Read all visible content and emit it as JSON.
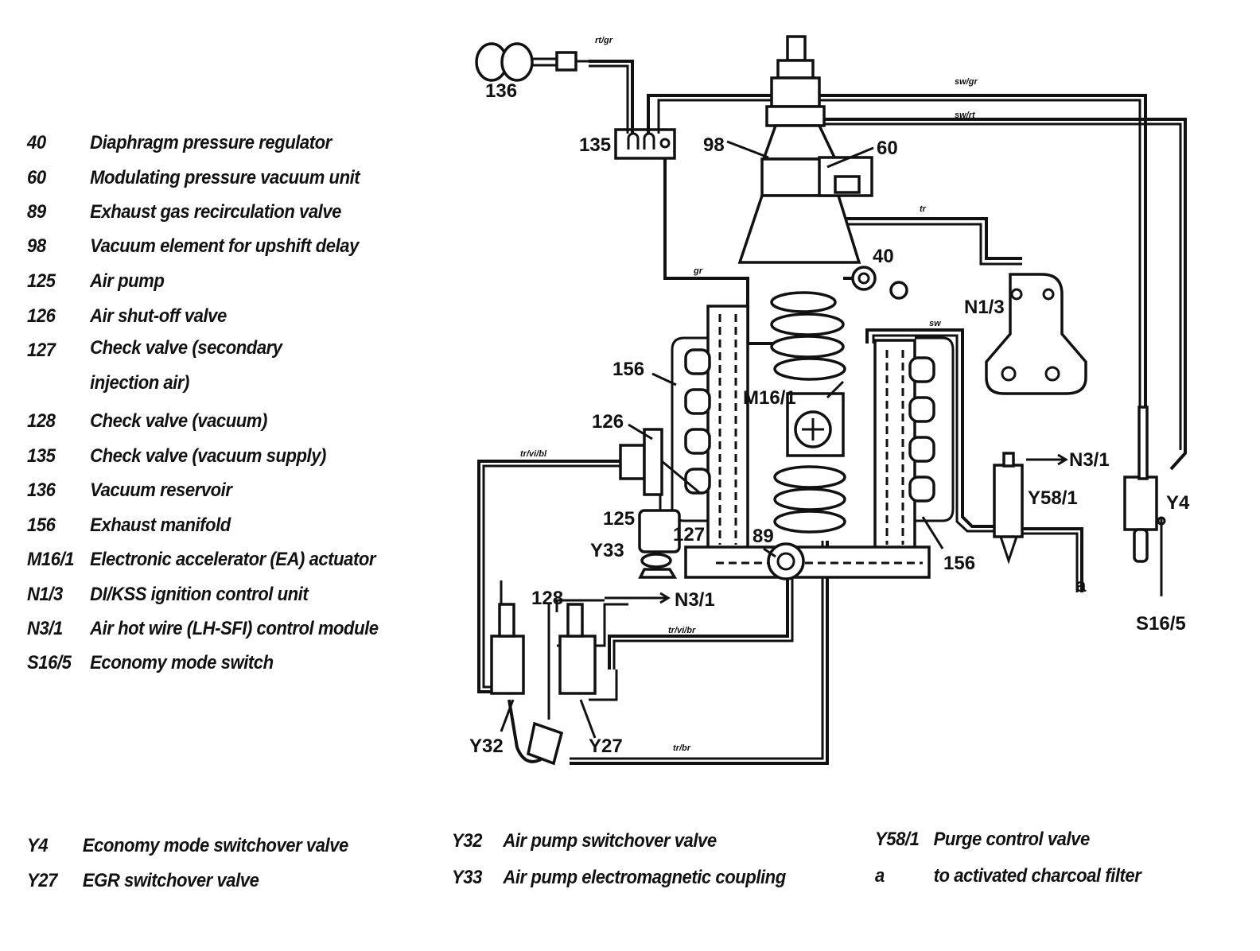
{
  "legend_left": [
    {
      "code": "40",
      "desc": "Diaphragm pressure regulator"
    },
    {
      "code": "60",
      "desc": "Modulating pressure vacuum unit"
    },
    {
      "code": "89",
      "desc": "Exhaust gas recirculation valve"
    },
    {
      "code": "98",
      "desc": "Vacuum element for upshift delay"
    },
    {
      "code": "125",
      "desc": "Air pump"
    },
    {
      "code": "126",
      "desc": "Air shut-off valve"
    },
    {
      "code": "127",
      "desc": "Check valve (secondary injection air)"
    },
    {
      "code": "128",
      "desc": "Check valve (vacuum)"
    },
    {
      "code": "135",
      "desc": "Check valve (vacuum supply)"
    },
    {
      "code": "136",
      "desc": "Vacuum reservoir"
    },
    {
      "code": "156",
      "desc": "Exhaust manifold"
    },
    {
      "code": "M16/1",
      "desc": "Electronic accelerator (EA) actuator"
    },
    {
      "code": "N1/3",
      "desc": "DI/KSS ignition control unit"
    },
    {
      "code": "N3/1",
      "desc": "Air hot wire (LH-SFI) control module"
    },
    {
      "code": "S16/5",
      "desc": "Economy mode switch"
    }
  ],
  "legend_bottom": [
    {
      "code": "Y4",
      "desc": "Economy mode switchover valve"
    },
    {
      "code": "Y27",
      "desc": "EGR switchover valve"
    },
    {
      "code": "Y32",
      "desc": "Air pump switchover valve"
    },
    {
      "code": "Y33",
      "desc": "Air pump electromagnetic coupling"
    },
    {
      "code": "Y58/1",
      "desc": "Purge control valve"
    },
    {
      "code": "a",
      "desc": "to activated charcoal filter"
    }
  ],
  "diagram_labels": {
    "l136": "136",
    "l135": "135",
    "l98": "98",
    "l60": "60",
    "l40": "40",
    "l156a": "156",
    "l126": "126",
    "l125": "125",
    "l127": "127",
    "y33": "Y33",
    "m161": "M16/1",
    "l89": "89",
    "n13": "N1/3",
    "n31a": "N3/1",
    "n31b": "N3/1",
    "y581": "Y58/1",
    "l156b": "156",
    "y4": "Y4",
    "s165": "S16/5",
    "a": "a",
    "l128": "128",
    "y32": "Y32",
    "y27": "Y27"
  },
  "wire_labels": {
    "w1": "rt/gr",
    "w2": "sw/gr",
    "w3": "sw/rt",
    "w4": "gr",
    "w5": "tr",
    "w6": "tr",
    "w7": "sw",
    "w8": "tr/vi/bl",
    "w9": "tr/vi/br",
    "w10": "tr/br"
  }
}
